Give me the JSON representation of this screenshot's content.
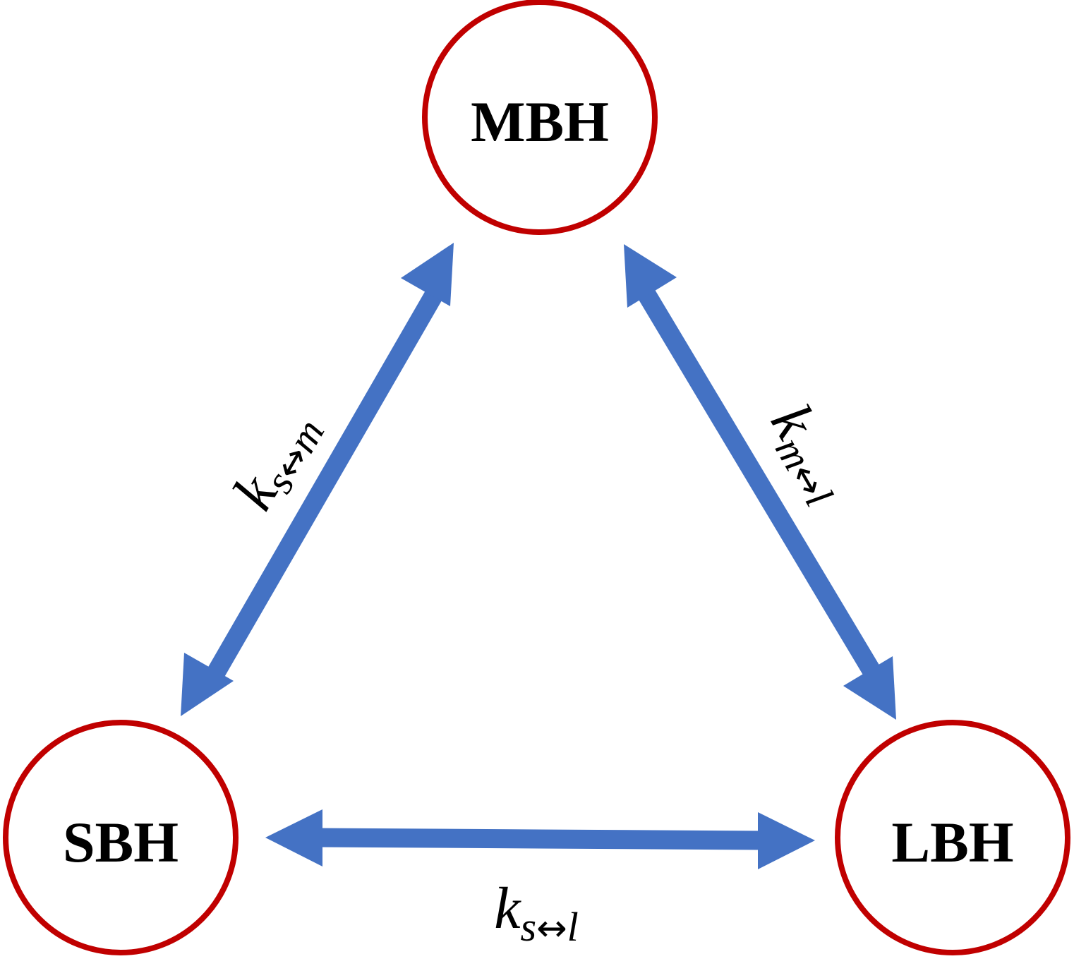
{
  "colors": {
    "node_stroke": "#c00000",
    "arrow": "#4472c4",
    "text": "#000000",
    "background": "#ffffff"
  },
  "nodes": {
    "mbh": {
      "label": "MBH"
    },
    "sbh": {
      "label": "SBH"
    },
    "lbh": {
      "label": "LBH"
    }
  },
  "edges": {
    "s_m": {
      "symbol": "k",
      "sub_from": "s",
      "sub_arrow": "↔",
      "sub_to": "m"
    },
    "m_l": {
      "symbol": "k",
      "sub_from": "m",
      "sub_arrow": "↔",
      "sub_to": "l"
    },
    "s_l": {
      "symbol": "k",
      "sub_from": "s",
      "sub_arrow": "↔",
      "sub_to": "l"
    }
  }
}
